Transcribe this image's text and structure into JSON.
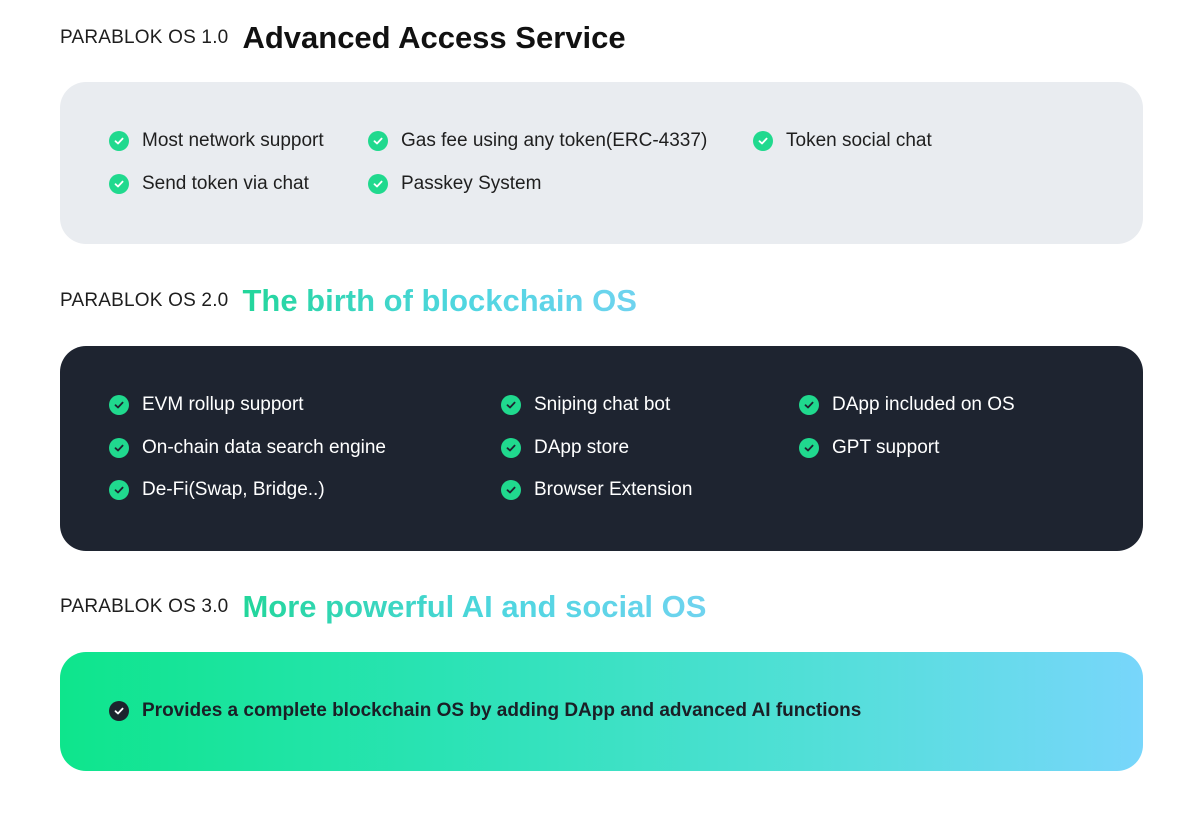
{
  "sections": [
    {
      "version": "PARABLOK OS 1.0",
      "title": "Advanced Access Service",
      "features": [
        "Most network support",
        "Gas fee using any token(ERC-4337)",
        "Token social chat",
        "Send token via chat",
        "Passkey System"
      ]
    },
    {
      "version": "PARABLOK OS 2.0",
      "title": "The birth of blockchain OS",
      "features": [
        "EVM rollup support",
        "Sniping chat bot",
        "DApp included on OS",
        "On-chain data search engine",
        "DApp store",
        "GPT support",
        "De-Fi(Swap, Bridge..)",
        "Browser Extension"
      ]
    },
    {
      "version": "PARABLOK OS 3.0",
      "title": "More powerful AI and social OS",
      "features": [
        "Provides a complete blockchain OS by adding DApp and advanced AI functions"
      ]
    }
  ],
  "colors": {
    "check_green": "#20d98e",
    "light_card": "#e9ecf0",
    "dark_card": "#1e2430",
    "gradient_start": "#0ee58c",
    "gradient_end": "#78d6fb"
  },
  "icons": {
    "check": "check-circle-icon"
  }
}
